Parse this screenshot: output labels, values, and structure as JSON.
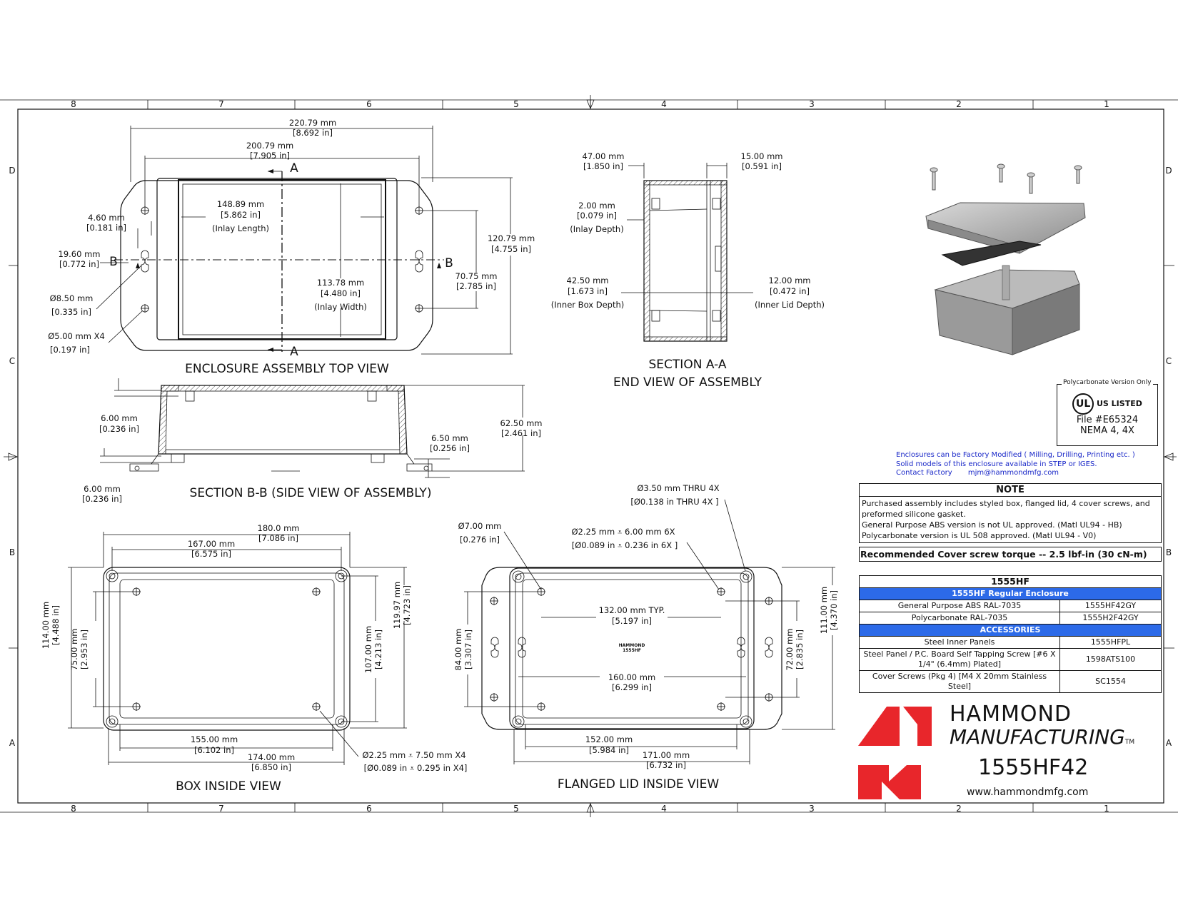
{
  "border": {
    "columns": [
      "8",
      "7",
      "6",
      "5",
      "4",
      "3",
      "2",
      "1"
    ],
    "rows": [
      "D",
      "C",
      "B",
      "A"
    ]
  },
  "top_view": {
    "title": "ENCLOSURE ASSEMBLY TOP VIEW",
    "dims": {
      "overall_w": [
        "220.79 mm",
        "[8.692 in]"
      ],
      "mount_w": [
        "200.79 mm",
        "[7.905 in]"
      ],
      "inlay_len": [
        "148.89 mm",
        "[5.862 in]",
        "(Inlay Length)"
      ],
      "flange_46": [
        "4.60 mm",
        "[0.181 in]"
      ],
      "flange_196": [
        "19.60 mm",
        "[0.772 in]"
      ],
      "hole_85": [
        "Ø8.50 mm",
        "[0.335 in]"
      ],
      "hole_5": [
        "Ø5.00 mm X4",
        "[0.197 in]"
      ],
      "inlay_w": [
        "113.78 mm",
        "[4.480 in]",
        "(Inlay Width)"
      ],
      "overall_h": [
        "120.79 mm",
        "[4.755 in]"
      ],
      "mount_h": [
        "70.75 mm",
        "[2.785 in]"
      ]
    },
    "section_a": "A",
    "section_b": "B"
  },
  "section_aa": {
    "title1": "SECTION A-A",
    "title2": "END VIEW OF ASSEMBLY",
    "dims": {
      "d47": [
        "47.00 mm",
        "[1.850 in]"
      ],
      "d15": [
        "15.00 mm",
        "[0.591 in]"
      ],
      "d2": [
        "2.00 mm",
        "[0.079 in]",
        "(Inlay Depth)"
      ],
      "d425": [
        "42.50 mm",
        "[1.673 in]",
        "(Inner Box Depth)"
      ],
      "d12": [
        "12.00 mm",
        "[0.472 in]",
        "(Inner Lid Depth)"
      ]
    }
  },
  "section_bb": {
    "title": "SECTION B-B (SIDE VIEW OF ASSEMBLY)",
    "dims": {
      "d6a": [
        "6.00 mm",
        "[0.236 in]"
      ],
      "d6b": [
        "6.00 mm",
        "[0.236 in]"
      ],
      "d625": [
        "62.50 mm",
        "[2.461 in]"
      ],
      "d65": [
        "6.50 mm",
        "[0.256 in]"
      ]
    }
  },
  "box_inside": {
    "title": "BOX INSIDE VIEW",
    "dims": {
      "d180": [
        "180.0 mm",
        "[7.086 in]"
      ],
      "d167": [
        "167.00 mm",
        "[6.575 in]"
      ],
      "d114": [
        "114.00 mm",
        "[4.488 in]"
      ],
      "d75": [
        "75.00 mm",
        "[2.953 in]"
      ],
      "d107": [
        "107.00 mm",
        "[4.213 in]"
      ],
      "d11997": [
        "119.97 mm",
        "[4.723 in]"
      ],
      "d155": [
        "155.00 mm",
        "[6.102 in]"
      ],
      "d174": [
        "174.00 mm",
        "[6.850 in]"
      ],
      "hole": [
        "Ø2.25 mm ⩡ 7.50 mm X4",
        "[Ø0.089 in ⩡ 0.295 in X4]"
      ]
    }
  },
  "lid_inside": {
    "title": "FLANGED LID INSIDE VIEW",
    "dims": {
      "d7": [
        "Ø7.00 mm",
        "[0.276 in]"
      ],
      "d35": [
        "Ø3.50 mm THRU 4X",
        "[Ø0.138 in THRU 4X ]"
      ],
      "d225": [
        "Ø2.25 mm ⩡ 6.00 mm 6X",
        "[Ø0.089 in ⩡ 0.236 in 6X ]"
      ],
      "d132": [
        "132.00 mm TYP.",
        "[5.197 in]"
      ],
      "d160": [
        "160.00 mm",
        "[6.299 in]"
      ],
      "d84": [
        "84.00 mm",
        "[3.307 in]"
      ],
      "d72": [
        "72.00 mm",
        "[2.835 in]"
      ],
      "d111": [
        "111.00 mm",
        "[4.370 in]"
      ],
      "d152": [
        "152.00 mm",
        "[5.984 in]"
      ],
      "d171": [
        "171.00 mm",
        "[6.732 in]"
      ]
    },
    "logo_line1": "HAMMOND",
    "logo_line2": "1555HF"
  },
  "ul_box": {
    "caption": "Polycarbonate Version Only",
    "listed": "US LISTED",
    "file": "File #E65324",
    "nema": "NEMA 4, 4X"
  },
  "factory_note": {
    "line1": "Enclosures can be Factory Modified ( Milling, Drilling, Printing etc. )",
    "line2": "Solid models of this enclosure available in STEP or IGES.",
    "line3a": "Contact Factory",
    "line3b": "mjm@hammondmfg.com"
  },
  "note": {
    "header": "NOTE",
    "lines": [
      "Purchased  assembly includes styled box, flanged lid, 4 cover screws, and preformed silicone gasket.",
      "General Purpose ABS version is not UL approved. (Matl UL94 - HB)",
      "Polycarbonate version is UL 508 approved. (Matl UL94 - V0)"
    ]
  },
  "torque": "Recommended Cover screw torque -- 2.5 lbf-in (30 cN-m)",
  "parts_table": {
    "header": "1555HF",
    "subheader": "1555HF Regular Enclosure",
    "rows": [
      [
        "General Purpose ABS RAL-7035",
        "1555HF42GY"
      ],
      [
        "Polycarbonate RAL-7035",
        "1555H2F42GY"
      ]
    ],
    "accessories_header": "ACCESSORIES",
    "accessories": [
      [
        "Steel Inner Panels",
        "1555HFPL"
      ],
      [
        "Steel Panel / P.C. Board Self Tapping Screw [#6 X 1/4\" (6.4mm) Plated]",
        "1598ATS100"
      ],
      [
        "Cover Screws (Pkg 4) [M4 X 20mm Stainless Steel]",
        "SC1554"
      ]
    ]
  },
  "brand": {
    "line1": "HAMMOND",
    "line2": "MANUFACTURING",
    "tm": "TM",
    "part": "1555HF42",
    "url": "www.hammondmfg.com",
    "red": "#e8262b"
  }
}
